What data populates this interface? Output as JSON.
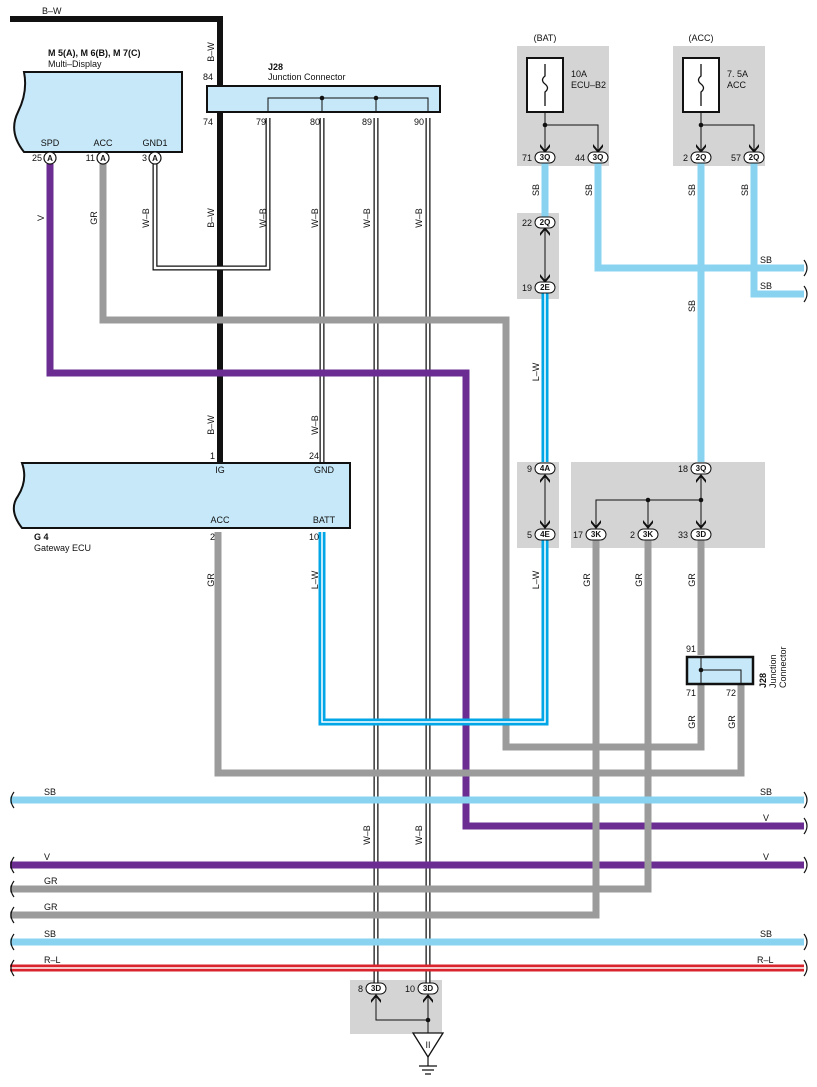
{
  "top_wire": "B–W",
  "multi_display": {
    "ids": "M 5(A), M 6(B), M 7(C)",
    "name": "Multi–Display",
    "terminals": [
      "SPD",
      "ACC",
      "GND1"
    ],
    "pins": [
      "25",
      "11",
      "3"
    ],
    "conn": "A"
  },
  "j28_top": {
    "id": "J28",
    "name": "Junction Connector",
    "pin_in": "84",
    "pins": [
      "74",
      "79",
      "80",
      "89",
      "90"
    ]
  },
  "gateway": {
    "id": "G 4",
    "name": "Gateway ECU",
    "terminals": [
      "IG",
      "GND",
      "ACC",
      "BATT"
    ],
    "pins": [
      "1",
      "24",
      "2",
      "10"
    ]
  },
  "fuse_bat": {
    "header": "(BAT)",
    "rating": "10A",
    "name": "ECU–B2"
  },
  "fuse_acc": {
    "header": "(ACC)",
    "rating": "7. 5A",
    "name": "ACC"
  },
  "connectors": {
    "bat_71": {
      "pin": "71",
      "code": "3Q"
    },
    "bat_44": {
      "pin": "44",
      "code": "3Q"
    },
    "acc_2": {
      "pin": "2",
      "code": "2Q"
    },
    "acc_57": {
      "pin": "57",
      "code": "2Q"
    },
    "c22": {
      "pin": "22",
      "code": "2Q"
    },
    "c19": {
      "pin": "19",
      "code": "2E"
    },
    "c9": {
      "pin": "9",
      "code": "4A"
    },
    "c5": {
      "pin": "5",
      "code": "4E"
    },
    "c18": {
      "pin": "18",
      "code": "3Q"
    },
    "c17": {
      "pin": "17",
      "code": "3K"
    },
    "c2": {
      "pin": "2",
      "code": "3K"
    },
    "c33": {
      "pin": "33",
      "code": "3D"
    },
    "c8": {
      "pin": "8",
      "code": "3D"
    },
    "c10": {
      "pin": "10",
      "code": "3D"
    }
  },
  "j28_small": {
    "id": "J28",
    "name": "Junction",
    "name2": "Connector",
    "pins": [
      "91",
      "71",
      "72"
    ]
  },
  "wire_labels": {
    "V": "V",
    "GR": "GR",
    "WB": "W–B",
    "BW": "B–W",
    "SB": "SB",
    "LW": "L–W",
    "RL": "R–L"
  },
  "colors": {
    "black": "#111111",
    "violet": "#6b2d91",
    "gray": "#9b9b9b",
    "skyblue": "#8ad3f0",
    "blue": "#00a6e6",
    "red": "#d9232d",
    "comp_fill": "#c6e8f8",
    "shade": "#d4d4d4"
  }
}
